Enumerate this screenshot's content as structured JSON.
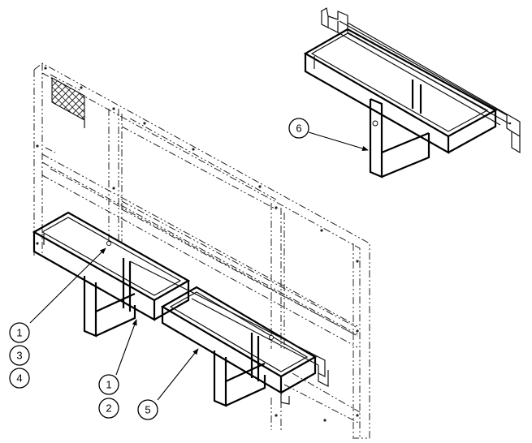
{
  "balloons": {
    "b1a": "1",
    "b3": "3",
    "b4": "4",
    "b1b": "1",
    "b2": "2",
    "b5": "5",
    "b6": "6"
  }
}
